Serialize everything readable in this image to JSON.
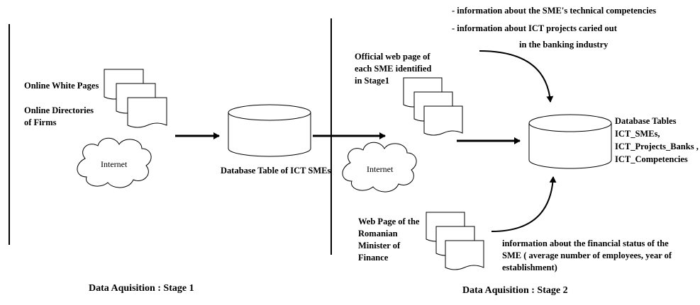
{
  "stage1": {
    "source_label_1": "Online White Pages",
    "source_label_2": "Online Directories of Firms",
    "internet_label": "Internet",
    "db_label": "Database Table of ICT SMEs",
    "caption": "Data Aquisition : Stage 1"
  },
  "stage2": {
    "notes": [
      "-  information about the SME's technical competencies",
      "-  information about ICT projects caried out",
      "in the banking industry"
    ],
    "official_page_label": "Official web page of each SME identified in Stage1",
    "internet_label": "Internet",
    "db_tables_title": "Database Tables",
    "db_tables": [
      "ICT_SMEs,",
      "ICT_Projects_Banks ,",
      "ICT_Competencies"
    ],
    "ministry_label": "Web Page of the Romanian Minister of Finance",
    "financial_note": "information about the financial status of the SME ( average number of employees, year of establishment)",
    "caption": "Data Aquisition : Stage 2"
  }
}
